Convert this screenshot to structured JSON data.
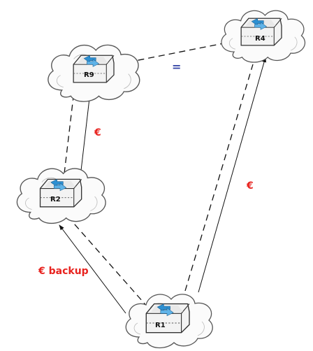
{
  "routers": {
    "r9": {
      "label": "R9"
    },
    "r4": {
      "label": "R4"
    },
    "r2": {
      "label": "R2"
    },
    "r1": {
      "label": "R1"
    }
  },
  "edge_labels": {
    "r9_r4": "=",
    "r2_r9": "€",
    "r1_r4": "€",
    "r1_r2": "€ backup"
  },
  "colors": {
    "label_red": "#e8231f",
    "label_blue": "#3a4aa8",
    "router_icon": "#2d8fd1",
    "cloud_stroke": "#555555",
    "link_stroke": "#111111"
  }
}
